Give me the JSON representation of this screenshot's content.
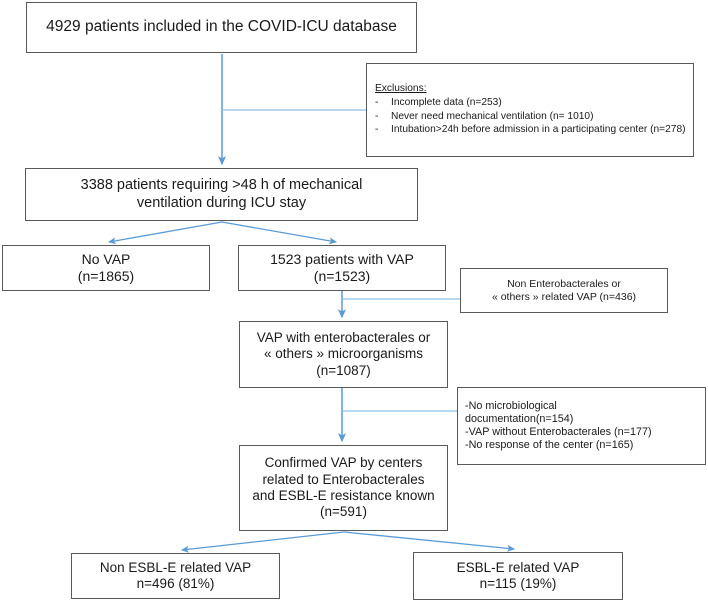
{
  "diagram": {
    "title": "COVID-ICU VAP study flow diagram",
    "accent_color": "#5B9BD5",
    "border_color": "#595959",
    "background_color": "#FFFFFF"
  },
  "nodes": {
    "cohort": {
      "text": "4929 patients included in the COVID-ICU database"
    },
    "exclusions": {
      "heading": "Exclusions:",
      "bullet": "-",
      "items": [
        "Incomplete data (n=253)",
        "Never need mechanical ventilation (n= 1010)",
        "Intubation>24h before admission in a participating center (n=278)"
      ]
    },
    "mv48": {
      "line1": "3388 patients requiring >48 h of mechanical",
      "line2": "ventilation during ICU stay"
    },
    "no_vap": {
      "line1": "No VAP",
      "line2": "(n=1865)"
    },
    "vap": {
      "line1": "1523 patients with  VAP",
      "line2": "(n=1523)"
    },
    "non_entero": {
      "line1": "Non Enterobacterales or",
      "line2": "« others » related VAP (n=436)"
    },
    "vap_entero": {
      "line1": "VAP with enterobacterales or",
      "line2": "« others » microorganisms",
      "line3": "(n=1087)"
    },
    "exclusions2": {
      "line1": "-No microbiological",
      "line2": "documentation(n=154)",
      "line3": "-VAP without Enterobacterales (n=177)",
      "line4": "-No response of the center (n=165)"
    },
    "confirmed": {
      "line1": "Confirmed VAP by centers",
      "line2": "related to Enterobacterales",
      "line3": "and ESBL-E resistance known",
      "line4": "(n=591)"
    },
    "non_esbl": {
      "line1": "Non ESBL-E related VAP",
      "line2": "n=496 (81%)"
    },
    "esbl": {
      "line1": "ESBL-E related VAP",
      "line2": "n=115 (19%)"
    }
  },
  "chart_data": {
    "type": "diagram",
    "title": "COVID-ICU VAP study flow diagram",
    "steps": [
      {
        "id": "cohort",
        "label": "4929 patients included in the COVID-ICU database",
        "n": 4929
      },
      {
        "id": "mv48",
        "label": "3388 patients requiring >48 h of mechanical ventilation during ICU stay",
        "n": 3388
      },
      {
        "id": "no_vap",
        "label": "No VAP",
        "n": 1865
      },
      {
        "id": "vap",
        "label": "1523 patients with VAP",
        "n": 1523
      },
      {
        "id": "vap_entero",
        "label": "VAP with enterobacterales or « others » microorganisms",
        "n": 1087
      },
      {
        "id": "confirmed",
        "label": "Confirmed VAP by centers related to Enterobacterales and ESBL-E resistance known",
        "n": 591
      },
      {
        "id": "non_esbl",
        "label": "Non ESBL-E related VAP",
        "n": 496,
        "percent": 81
      },
      {
        "id": "esbl",
        "label": "ESBL-E related VAP",
        "n": 115,
        "percent": 19
      }
    ],
    "exclusions": [
      {
        "from": "cohort",
        "label": "Incomplete data",
        "n": 253
      },
      {
        "from": "cohort",
        "label": "Never need mechanical ventilation",
        "n": 1010
      },
      {
        "from": "cohort",
        "label": "Intubation>24h before admission in a participating center",
        "n": 278
      },
      {
        "from": "vap",
        "label": "Non Enterobacterales or « others » related VAP",
        "n": 436
      },
      {
        "from": "vap_entero",
        "label": "No microbiological documentation",
        "n": 154
      },
      {
        "from": "vap_entero",
        "label": "VAP without Enterobacterales",
        "n": 177
      },
      {
        "from": "vap_entero",
        "label": "No response of the center",
        "n": 165
      }
    ]
  }
}
